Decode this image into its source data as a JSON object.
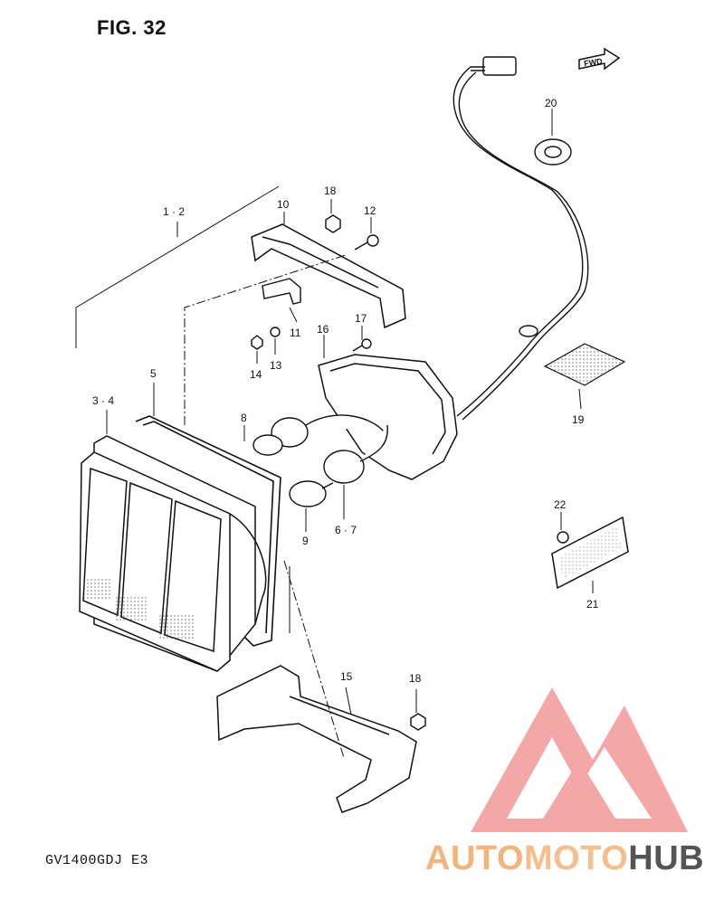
{
  "figure": {
    "title": "FIG. 32",
    "model_code": "GV1400GDJ  E3",
    "fwd_label": "FWD"
  },
  "watermark": {
    "part1": "AUTO",
    "part2": "MOTO",
    "part3": "HUB",
    "colors": {
      "logo": "#f08a8a",
      "text_orange": "#f4b37a",
      "text_dark": "#555555"
    }
  },
  "callouts": {
    "c1_2": "1 · 2",
    "c3_4": "3 · 4",
    "c5": "5",
    "c6_7": "6 · 7",
    "c8": "8",
    "c9": "9",
    "c10": "10",
    "c11": "11",
    "c12": "12",
    "c13": "13",
    "c14": "14",
    "c15": "15",
    "c16": "16",
    "c17": "17",
    "c18a": "18",
    "c18b": "18",
    "c19": "19",
    "c20": "20",
    "c21": "21",
    "c22": "22"
  }
}
